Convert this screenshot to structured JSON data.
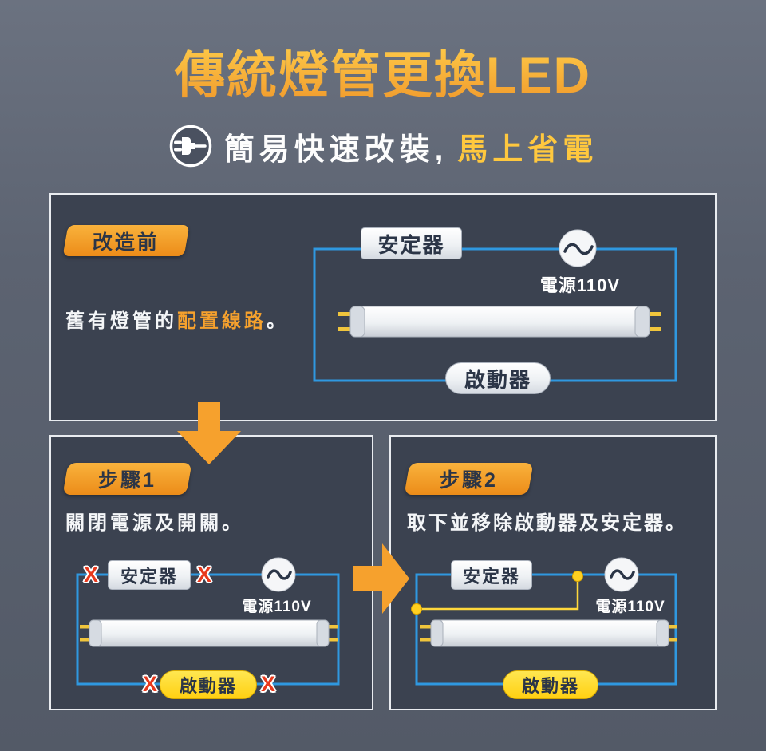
{
  "colors": {
    "bg-top": "#6b7280",
    "bg-bottom": "#535a67",
    "panel-bg": "#3b4250",
    "panel-border": "#e9ecf0",
    "accent": "#f6a12d",
    "accent-dark": "#ec8c19",
    "title-top": "#ffd24d",
    "title-bottom": "#f0962a",
    "wire-blue": "#2f98e0",
    "text-dark": "#2b3547",
    "text-light": "#f4f6f8",
    "highlight-yellow": "#ffd827",
    "starter-yellow": "#ffdf2b",
    "x-red": "#e8391d"
  },
  "header": {
    "title": "傳統燈管更換LED",
    "subtitle_white": "簡易快速改裝,",
    "subtitle_yellow": "馬上省電"
  },
  "panel_before": {
    "badge": "改造前",
    "desc_prefix": "舊有燈管的",
    "desc_highlight": "配置線路",
    "desc_suffix": "。",
    "ballast": "安定器",
    "power": "電源110V",
    "starter": "啟動器"
  },
  "panel_step1": {
    "badge": "步驟1",
    "desc": "關閉電源及開關。",
    "ballast": "安定器",
    "power": "電源110V",
    "starter": "啟動器",
    "x_mark": "X"
  },
  "panel_step2": {
    "badge": "步驟2",
    "desc": "取下並移除啟動器及安定器。",
    "ballast": "安定器",
    "power": "電源110V",
    "starter": "啟動器"
  }
}
